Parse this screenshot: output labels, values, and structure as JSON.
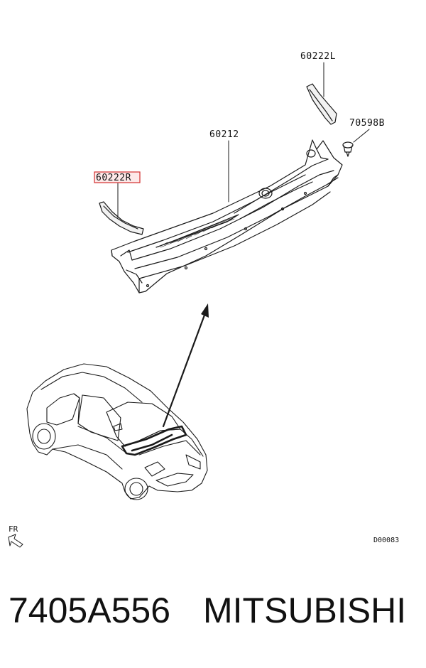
{
  "diagram": {
    "callouts": {
      "cowl_cover_left": "60222L",
      "cowl_top_panel": "60212",
      "clip": "70598B",
      "cowl_cover_right": "60222R"
    },
    "direction_label": "FR",
    "drawing_code": "D00083",
    "colors": {
      "line": "#1a1a1a",
      "highlight": "#d32f2f",
      "highlight_fill": "#fde8e8"
    }
  },
  "footer": {
    "part_number": "7405A556",
    "brand": "MITSUBISHI"
  }
}
